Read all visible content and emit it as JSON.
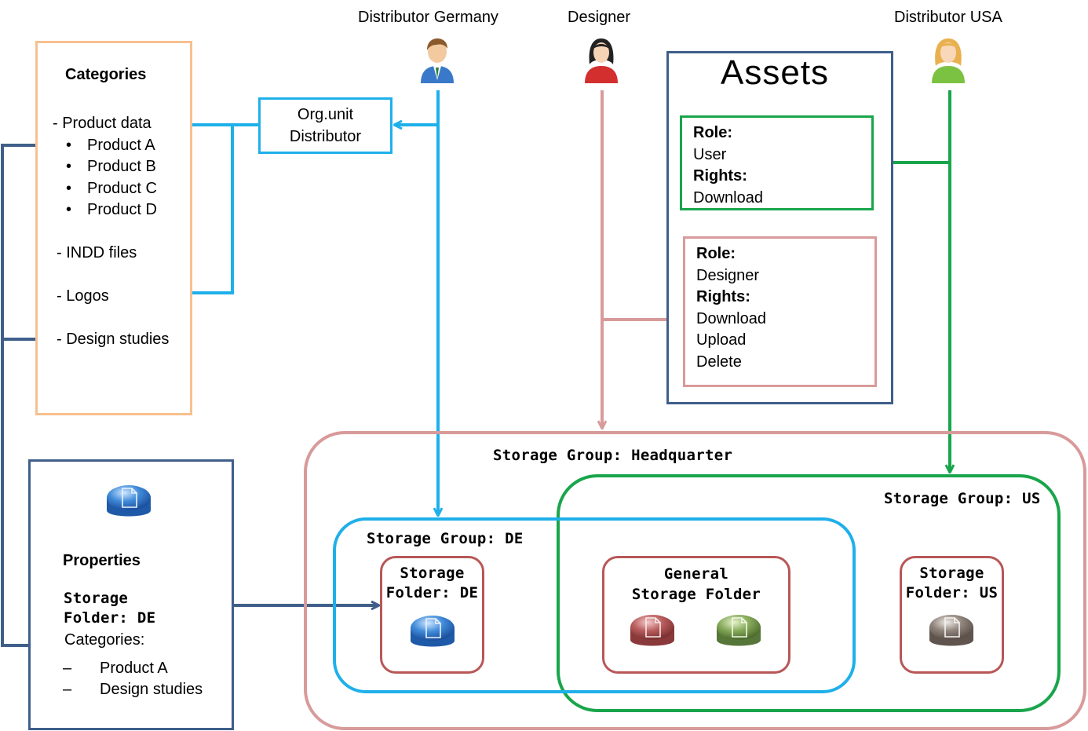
{
  "actors": {
    "distributor_germany": "Distributor Germany",
    "designer": "Designer",
    "distributor_usa": "Distributor USA"
  },
  "categories": {
    "title": "Categories",
    "product_data": "- Product data",
    "products": [
      "Product A",
      "Product B",
      "Product C",
      "Product D"
    ],
    "indd_files": "- INDD files",
    "logos": "- Logos",
    "design_studies": "- Design studies"
  },
  "org_unit": {
    "line1": "Org.unit",
    "line2": "Distributor"
  },
  "assets": {
    "title": "Assets",
    "user_role": {
      "role_label": "Role:",
      "role": "User",
      "rights_label": "Rights:",
      "rights": [
        "Download"
      ]
    },
    "designer_role": {
      "role_label": "Role:",
      "role": "Designer",
      "rights_label": "Rights:",
      "rights": [
        "Download",
        "Upload",
        "Delete"
      ]
    }
  },
  "properties": {
    "title": "Properties",
    "storage_line1": "Storage",
    "storage_line2": "Folder: DE",
    "categories_label": "Categories:",
    "items": [
      "Product A",
      "Design studies"
    ],
    "bullet": "–"
  },
  "storage": {
    "headquarter": "Storage Group: Headquarter",
    "us_group": "Storage Group: US",
    "de_group": "Storage Group: DE",
    "folder_de": {
      "line1": "Storage",
      "line2": "Folder: DE"
    },
    "general": {
      "line1": "General",
      "line2": "Storage Folder"
    },
    "folder_us": {
      "line1": "Storage",
      "line2": "Folder: US"
    }
  },
  "colors": {
    "cyan": "#1fb0ea",
    "navy": "#3f5f8a",
    "pink": "#d89a9a",
    "green": "#19a54b",
    "orange": "#f7c08e",
    "red_border": "#b85757"
  }
}
